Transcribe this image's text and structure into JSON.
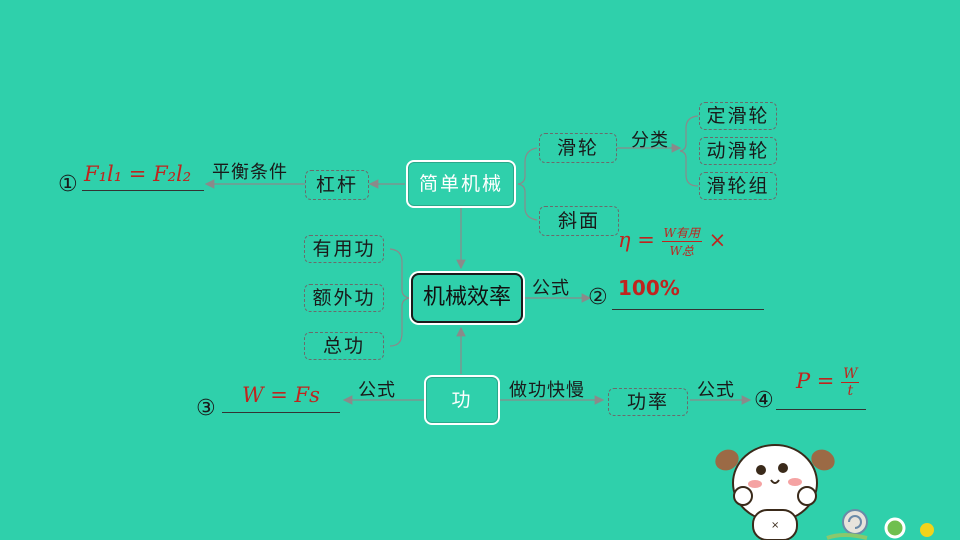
{
  "nodes": {
    "simple_machine": "简单机械",
    "mech_efficiency": "机械效率",
    "work": "功",
    "lever": "杠杆",
    "pulley": "滑轮",
    "incline": "斜面",
    "fixed_pulley": "定滑轮",
    "movable_pulley": "动滑轮",
    "pulley_block": "滑轮组",
    "useful_work": "有用功",
    "extra_work": "额外功",
    "total_work": "总功",
    "power": "功率"
  },
  "edge_labels": {
    "balance_condition": "平衡条件",
    "classification": "分类",
    "formula_eff": "公式",
    "formula_work": "公式",
    "work_speed": "做功快慢",
    "formula_power": "公式"
  },
  "answers": {
    "n1": "①",
    "a1": "F₁l₁ = F₂l₂",
    "n2": "②",
    "a2": "100%",
    "n3": "③",
    "a3": "W = Fs",
    "n4": "④",
    "a4_lhs": "P =",
    "a4_num": "W",
    "a4_den": "t",
    "eta_lhs": "η =",
    "eta_num": "W有用",
    "eta_den": "W总",
    "eta_tail": "×"
  },
  "colors": {
    "background": "#2fd0ab",
    "answer": "#c0241e"
  }
}
